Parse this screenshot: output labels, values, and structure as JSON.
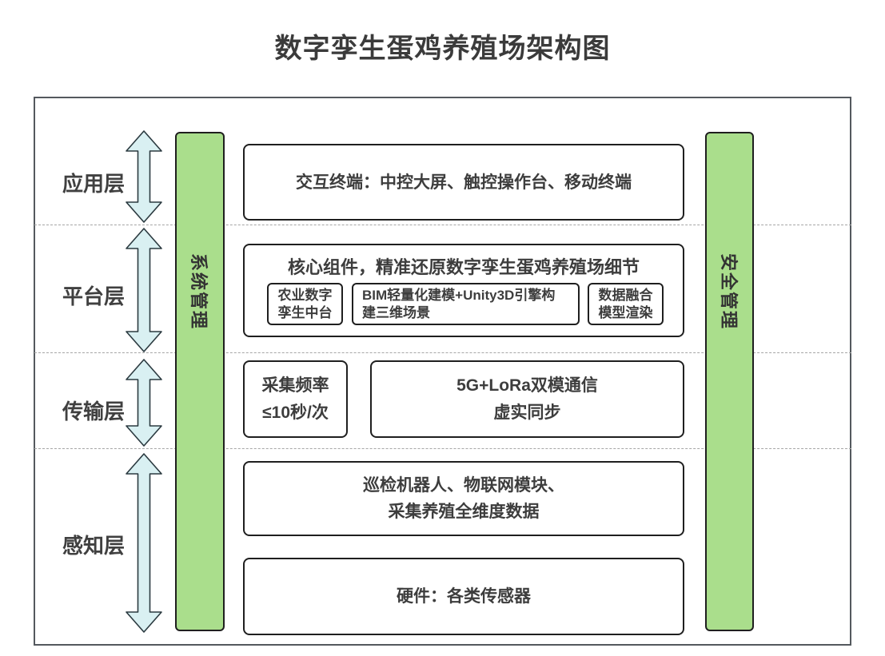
{
  "title": "数字孪生蛋鸡养殖场架构图",
  "colors": {
    "bar_green": "#aade8c",
    "arrow_fill": "#d9f0f2",
    "arrow_stroke": "#2b3a40",
    "box_border": "#1f1f1f",
    "frame_border": "#54595e",
    "dashed_line": "#a6a6a6",
    "text": "#3d3d3d"
  },
  "side_bars": {
    "left": "系统管理",
    "right": "安全管理"
  },
  "layers": [
    {
      "label": "应用层"
    },
    {
      "label": "平台层"
    },
    {
      "label": "传输层"
    },
    {
      "label": "感知层"
    }
  ],
  "application": {
    "terminal_box": "交互终端：中控大屏、触控操作台、移动终端"
  },
  "platform": {
    "header": "核心组件，精准还原数字孪生蛋鸡养殖场细节",
    "sub_boxes": [
      {
        "line1": "农业数字",
        "line2": "孪生中台"
      },
      {
        "line1": "BIM轻量化建模+Unity3D引擎构",
        "line2": "建三维场景"
      },
      {
        "line1": "数据融合",
        "line2": "模型渲染"
      }
    ]
  },
  "transmission": {
    "frequency_box": {
      "line1": "采集频率",
      "line2": "≤10秒/次"
    },
    "comm_box": {
      "line1": "5G+LoRa双模通信",
      "line2": "虚实同步"
    }
  },
  "perception": {
    "collection_box": {
      "line1": "巡检机器人、物联网模块、",
      "line2": "采集养殖全维度数据"
    },
    "hardware_box": "硬件：各类传感器"
  }
}
